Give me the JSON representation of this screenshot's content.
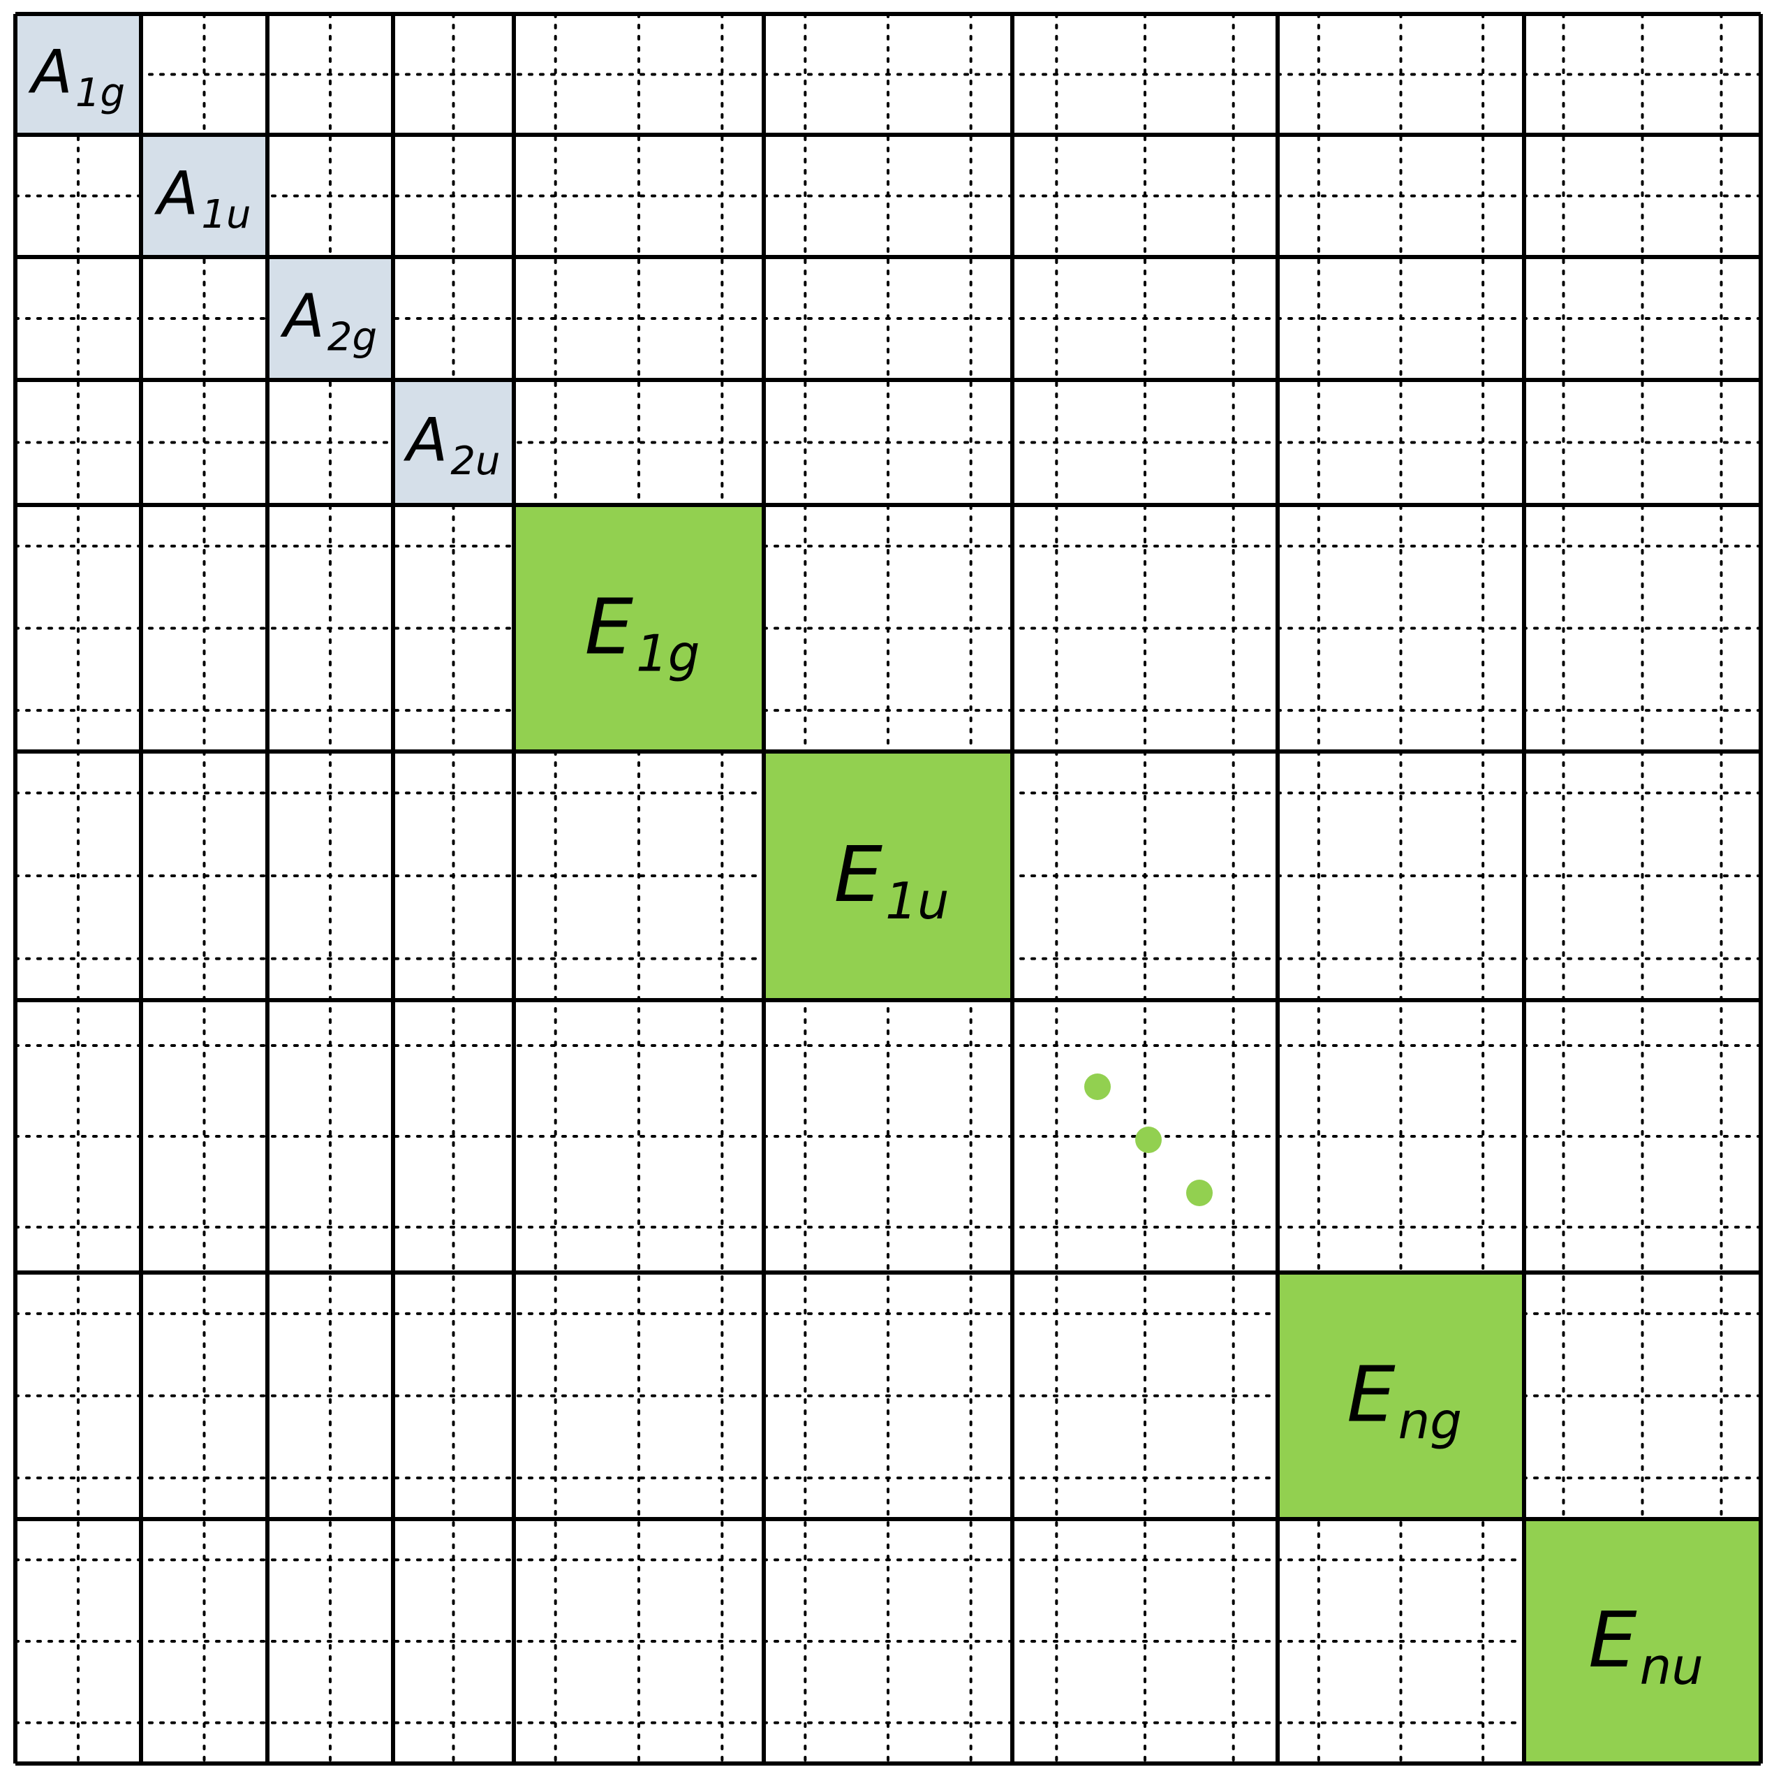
{
  "colors": {
    "a_block_fill": "#d5dfe9",
    "e_block_fill": "#92d050",
    "ellipsis_dot": "#92d050",
    "grid_line": "#000000"
  },
  "blocks": [
    {
      "name": "A1g",
      "base": "A",
      "sub": "1g",
      "kind": "A"
    },
    {
      "name": "A1u",
      "base": "A",
      "sub": "1u",
      "kind": "A"
    },
    {
      "name": "A2g",
      "base": "A",
      "sub": "2g",
      "kind": "A"
    },
    {
      "name": "A2u",
      "base": "A",
      "sub": "2u",
      "kind": "A"
    },
    {
      "name": "E1g",
      "base": "E",
      "sub": "1g",
      "kind": "E"
    },
    {
      "name": "E1u",
      "base": "E",
      "sub": "1u",
      "kind": "E"
    },
    {
      "name": "Eng",
      "base": "E",
      "sub": "ng",
      "kind": "E"
    },
    {
      "name": "Enu",
      "base": "E",
      "sub": "nu",
      "kind": "E"
    }
  ]
}
